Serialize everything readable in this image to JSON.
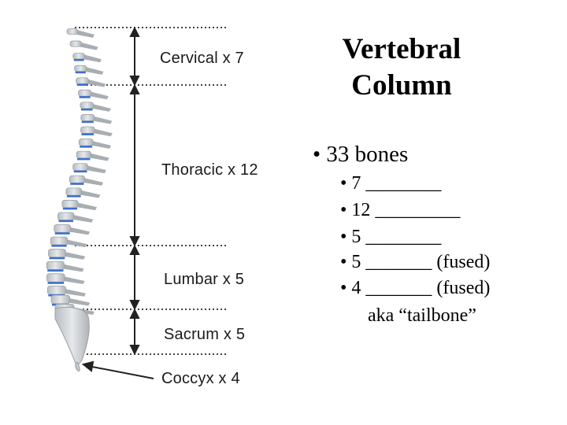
{
  "figure": {
    "regions": [
      {
        "key": "cervical",
        "label": "Cervical x 7"
      },
      {
        "key": "thoracic",
        "label": "Thoracic x 12"
      },
      {
        "key": "lumbar",
        "label": "Lumbar x 5"
      },
      {
        "key": "sacrum",
        "label": "Sacrum x 5"
      },
      {
        "key": "coccyx",
        "label": "Coccyx x 4"
      }
    ]
  },
  "slide": {
    "title_line1": "Vertebral",
    "title_line2": "Column",
    "main_bullet": "• 33 bones",
    "sub_bullets": [
      "• 7 ________",
      "• 12 _________",
      "• 5 ________",
      "• 5 _______ (fused)",
      "• 4 _______ (fused)"
    ],
    "aka": "aka “tailbone”"
  },
  "colors": {
    "bone": "#d9dcdf",
    "bone_shadow": "#a9aeb3",
    "disc": "#3a6fd0",
    "guide_line": "#333333"
  }
}
